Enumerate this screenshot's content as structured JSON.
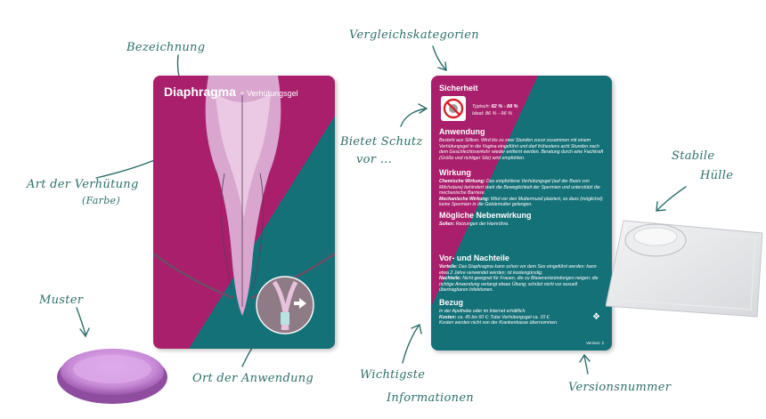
{
  "annotations": {
    "bezeichnung": "Bezeichnung",
    "vergleich": "Vergleichskategorien",
    "art_line1": "Art der Verhütung",
    "art_line2": "(Farbe)",
    "bietet_line1": "Bietet Schutz",
    "bietet_line2": "vor ...",
    "stabile_line1": "Stabile",
    "stabile_line2": "Hülle",
    "muster": "Muster",
    "ort": "Ort der Anwendung",
    "wichtigste_line1": "Wichtigste",
    "wichtigste_line2": "Informationen",
    "version": "Versionsnummer"
  },
  "front_card": {
    "title": "Diaphragma",
    "subtitle": "+ Verhütungsgel"
  },
  "back_card": {
    "sicherheit": {
      "heading": "Sicherheit",
      "typisch_label": "Typisch:",
      "typisch_value": "82 % - 88 %",
      "ideal_label": "Ideal:",
      "ideal_value": "86 % - 96 %"
    },
    "anwendung": {
      "heading": "Anwendung",
      "text": "Besteht aus Silikon. Wird bis zu zwei Stunden zuvor zusammen mit einem Verhütungsgel in die Vagina eingeführt und darf frühestens acht Stunden nach dem Geschlechtsverkehr wieder entfernt werden. Beratung durch eine Fachkraft (Größe und richtiger Sitz) wird empfohlen."
    },
    "wirkung": {
      "heading": "Wirkung",
      "chem_label": "Chemische Wirkung:",
      "chem_text": "Das empfohlene Verhütungsgel (auf der Basis von Milchsäure) behindert stark die Beweglichkeit der Spermien und unterstützt die mechanische Barriere.",
      "mech_label": "Mechanische Wirkung:",
      "mech_text": "Wird vor den Muttermund platziert, so dass (möglichst) keine Spermien in die Gebärmutter gelangen."
    },
    "nebenwirkung": {
      "heading": "Mögliche Nebenwirkung",
      "label": "Selten:",
      "text": "Reizungen der Harnröhre."
    },
    "vorteile": {
      "heading": "Vor- und Nachteile",
      "vor_label": "Vorteile:",
      "vor_text": "Das Diaphragma kann schon vor dem Sex eingeführt werden; kann etwa 2 Jahre verwendet werden; ist kostengünstig.",
      "nach_label": "Nachteile:",
      "nach_text": "Nicht geeignet für Frauen, die zu Blasenentzündungen neigen; die richtige Anwendung verlangt etwas Übung; schützt nicht vor sexuell übertragbaren Infektionen."
    },
    "bezug": {
      "heading": "Bezug",
      "line1": "In der Apotheke oder im Internet erhältlich.",
      "kosten_label": "Kosten:",
      "kosten_text": "ca. 45 bis 60 €; Tube Verhütungsgel ca. 10 €.",
      "line3": "Kosten werden nicht von der Krankenkasse übernommen."
    },
    "version": "Version: 2"
  },
  "colors": {
    "magenta": "#a91f6c",
    "teal": "#157178",
    "ink": "#2f6f6a"
  }
}
